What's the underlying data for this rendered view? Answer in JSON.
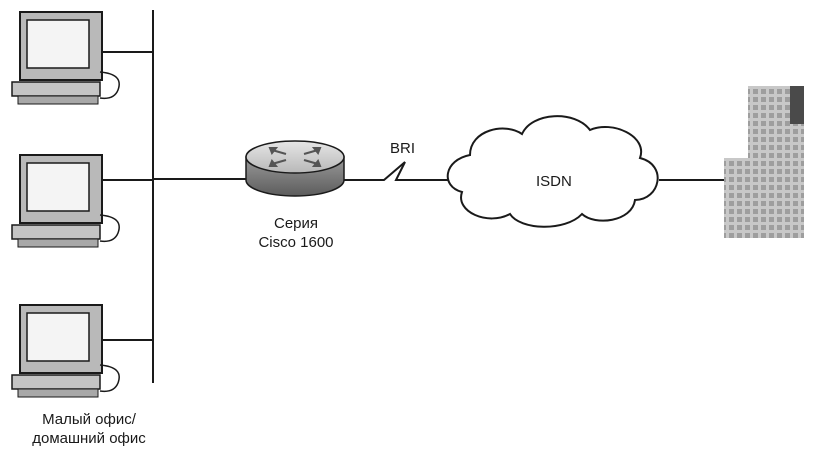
{
  "diagram": {
    "router": {
      "label_line1": "Серия",
      "label_line2": "Cisco 1600"
    },
    "link": {
      "label": "BRI"
    },
    "cloud": {
      "label": "ISDN"
    },
    "office": {
      "label_line1": "Малый офис/",
      "label_line2": "домашний офис"
    },
    "colors": {
      "line": "#1a1a1a",
      "screen": "#f4f4f4",
      "case": "#b9b9b9",
      "building": "#bdbdbd"
    },
    "icons": [
      "computer-icon",
      "router-icon",
      "cloud-icon",
      "building-icon"
    ]
  }
}
